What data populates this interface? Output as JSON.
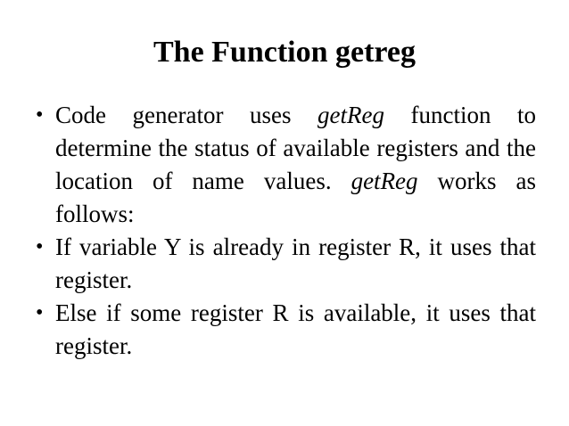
{
  "slide": {
    "title": "The Function getreg",
    "bullet_glyph": "•",
    "colors": {
      "background": "#ffffff",
      "text": "#000000"
    },
    "bullets": [
      {
        "segments": [
          {
            "text": "Code generator uses ",
            "italic": false
          },
          {
            "text": "getReg",
            "italic": true
          },
          {
            "text": " function to determine the status of available registers and the location of name values. ",
            "italic": false
          },
          {
            "text": "getReg",
            "italic": true
          },
          {
            "text": " works as follows:",
            "italic": false
          }
        ]
      },
      {
        "segments": [
          {
            "text": "If variable Y is already in register R, it uses that register.",
            "italic": false
          }
        ]
      },
      {
        "segments": [
          {
            "text": "Else if some register R is available, it uses that register.",
            "italic": false
          }
        ]
      }
    ]
  }
}
